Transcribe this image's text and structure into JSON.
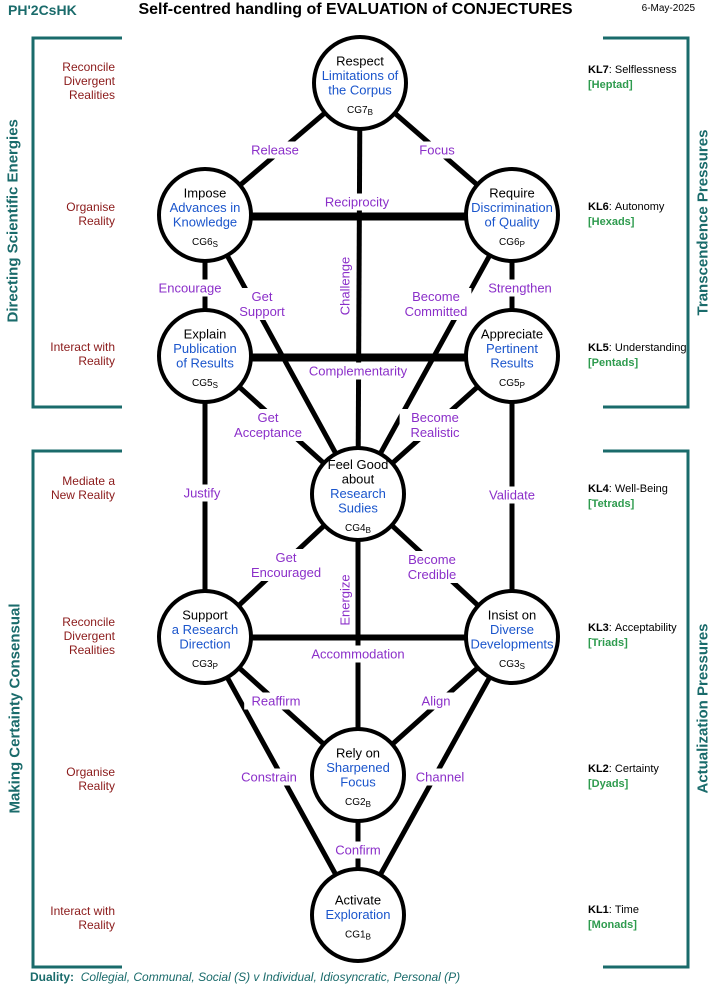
{
  "header": {
    "left": "PH'2CsHK",
    "title": "Self-centred handling of EVALUATION of CONJECTURES",
    "date": "6-May-2025"
  },
  "left_brackets": {
    "top": "Directing  Scientific  Energies",
    "bottom": "Making  Certainty  Consensual"
  },
  "right_brackets": {
    "top": "Transcendence  Pressures",
    "bottom": "Actualization  Pressures"
  },
  "left_labels": [
    [
      "Reconcile",
      "Divergent",
      "Realities"
    ],
    [
      "Organise",
      "Reality"
    ],
    [
      "Interact with",
      "Reality"
    ],
    [
      "Mediate a",
      "New Reality"
    ],
    [
      "Reconcile",
      "Divergent",
      "Realities"
    ],
    [
      "Organise",
      "Reality"
    ],
    [
      "Interact with",
      "Reality"
    ]
  ],
  "levels": [
    {
      "kl": "KL7",
      "name": "Selflessness",
      "group": "[Heptad]"
    },
    {
      "kl": "KL6",
      "name": "Autonomy",
      "group": "[Hexads]"
    },
    {
      "kl": "KL5",
      "name": "Understanding",
      "group": "[Pentads]"
    },
    {
      "kl": "KL4",
      "name": "Well-Being",
      "group": "[Tetrads]"
    },
    {
      "kl": "KL3",
      "name": "Acceptability",
      "group": "[Triads]"
    },
    {
      "kl": "KL2",
      "name": "Certainty",
      "group": "[Dyads]"
    },
    {
      "kl": "KL1",
      "name": "Time",
      "group": "[Monads]"
    }
  ],
  "nodes": [
    {
      "id": "CG7",
      "title": [
        "Respect"
      ],
      "sub": [
        "Limitations of",
        "the Corpus"
      ],
      "code": "CG7",
      "suffix": "B"
    },
    {
      "id": "CG6S",
      "title": [
        "Impose"
      ],
      "sub": [
        "Advances in",
        "Knowledge"
      ],
      "code": "CG6",
      "suffix": "S"
    },
    {
      "id": "CG6P",
      "title": [
        "Require"
      ],
      "sub": [
        "Discrimination",
        "of Quality"
      ],
      "code": "CG6",
      "suffix": "P"
    },
    {
      "id": "CG5S",
      "title": [
        "Explain"
      ],
      "sub": [
        "Publication",
        "of Results"
      ],
      "code": "CG5",
      "suffix": "S"
    },
    {
      "id": "CG5P",
      "title": [
        "Appreciate"
      ],
      "sub": [
        "Pertinent",
        "Results"
      ],
      "code": "CG5",
      "suffix": "P"
    },
    {
      "id": "CG4",
      "title": [
        "Feel Good",
        "about"
      ],
      "sub": [
        "Research",
        "Sudies"
      ],
      "code": "CG4",
      "suffix": "B"
    },
    {
      "id": "CG3P",
      "title": [
        "Support"
      ],
      "sub": [
        "a Research",
        "Direction"
      ],
      "code": "CG3",
      "suffix": "P"
    },
    {
      "id": "CG3S",
      "title": [
        "Insist on"
      ],
      "sub": [
        "Diverse",
        "Developments"
      ],
      "code": "CG3",
      "suffix": "S"
    },
    {
      "id": "CG2",
      "title": [
        "Rely on"
      ],
      "sub": [
        "Sharpened",
        "Focus"
      ],
      "code": "CG2",
      "suffix": "B"
    },
    {
      "id": "CG1",
      "title": [
        "Activate"
      ],
      "sub": [
        "Exploration"
      ],
      "code": "CG1",
      "suffix": "B"
    }
  ],
  "edges": [
    {
      "from": "CG7",
      "to": "CG6S",
      "label": [
        "Release"
      ]
    },
    {
      "from": "CG7",
      "to": "CG6P",
      "label": [
        "Focus"
      ]
    },
    {
      "from": "CG6S",
      "to": "CG6P",
      "label": [
        "Reciprocity"
      ]
    },
    {
      "from": "CG6S",
      "to": "CG5S",
      "label": [
        "Encourage"
      ]
    },
    {
      "from": "CG6S",
      "to": "CG4",
      "label": [
        "Get",
        "Support"
      ]
    },
    {
      "from": "CG7",
      "to": "CG4",
      "label": [
        "Challenge"
      ]
    },
    {
      "from": "CG6P",
      "to": "CG4",
      "label": [
        "Become",
        "Committed"
      ]
    },
    {
      "from": "CG6P",
      "to": "CG5P",
      "label": [
        "Strengthen"
      ]
    },
    {
      "from": "CG5S",
      "to": "CG5P",
      "label": [
        "Complementarity"
      ]
    },
    {
      "from": "CG5S",
      "to": "CG4",
      "label": [
        "Get",
        "Acceptance"
      ]
    },
    {
      "from": "CG5P",
      "to": "CG4",
      "label": [
        "Become",
        "Realistic"
      ]
    },
    {
      "from": "CG5S",
      "to": "CG3P",
      "label": [
        "Justify"
      ]
    },
    {
      "from": "CG5P",
      "to": "CG3S",
      "label": [
        "Validate"
      ]
    },
    {
      "from": "CG4",
      "to": "CG3P",
      "label": [
        "Get",
        "Encouraged"
      ]
    },
    {
      "from": "CG4",
      "to": "CG3S",
      "label": [
        "Become",
        "Credible"
      ]
    },
    {
      "from": "CG4",
      "to": "CG2",
      "label": [
        "Energize"
      ]
    },
    {
      "from": "CG3P",
      "to": "CG3S",
      "label": [
        "Accommodation"
      ]
    },
    {
      "from": "CG3P",
      "to": "CG2",
      "label": [
        "Reaffirm"
      ]
    },
    {
      "from": "CG3S",
      "to": "CG2",
      "label": [
        "Align"
      ]
    },
    {
      "from": "CG3P",
      "to": "CG1",
      "label": [
        "Constrain"
      ]
    },
    {
      "from": "CG3S",
      "to": "CG1",
      "label": [
        "Channel"
      ]
    },
    {
      "from": "CG2",
      "to": "CG1",
      "label": [
        "Confirm"
      ]
    }
  ],
  "footer": {
    "label": "Duality:",
    "value": "Collegial, Communal, Social (S)  v  Individual, Idiosyncratic, Personal (P)"
  },
  "colors": {
    "teal": "#1a6b6b",
    "dark_red": "#8b1a1a",
    "purple": "#8b2fc9",
    "blue": "#1a55cc",
    "green": "#2e9b4e"
  }
}
